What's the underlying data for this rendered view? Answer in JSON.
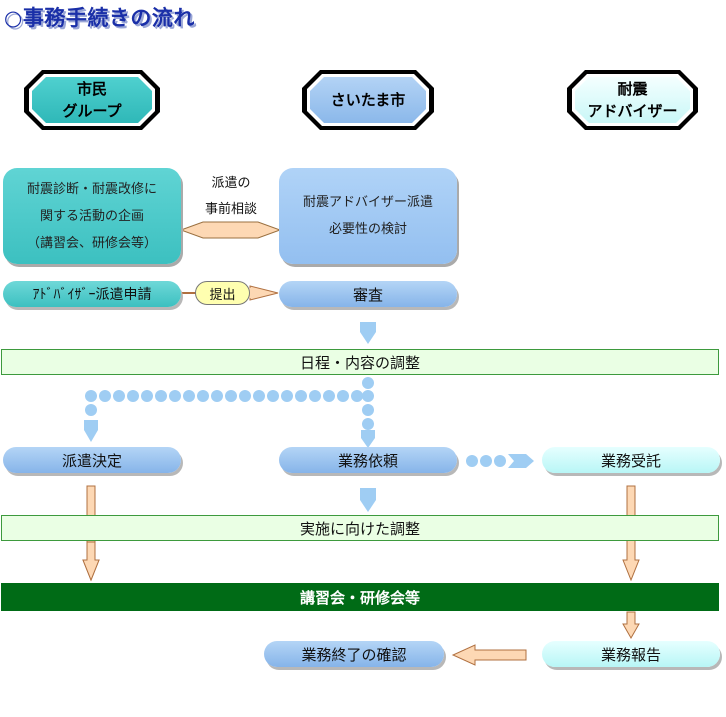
{
  "title": "○事務手続きの流れ",
  "headers": {
    "citizen": "市民\nグループ",
    "city": "さいたま市",
    "advisor": "耐震\nアドバイザー"
  },
  "boxes": {
    "activity_plan": "耐震診断・耐震改修に\n関する活動の企画\n（講習会、研修会等）",
    "dispatch_need": "耐震アドバイザー派遣\n必要性の検討"
  },
  "consult_label": "派遣の\n事前相談",
  "pills": {
    "application": "ｱﾄﾞﾊﾞｲｻﾞｰ派遣申請",
    "submit": "提出",
    "review": "審査",
    "dispatch_decision": "派遣決定",
    "request": "業務依頼",
    "accept": "業務受託",
    "confirm": "業務終了の確認",
    "report": "業務報告"
  },
  "bars": {
    "schedule": "日程・内容の調整",
    "implementation": "実施に向けた調整",
    "seminar": "講習会・研修会等"
  },
  "colors": {
    "title": "#1a2fa8",
    "teal": "#3cc0c0",
    "light_blue": "#9fc8f3",
    "dark_green": "#006b16"
  }
}
